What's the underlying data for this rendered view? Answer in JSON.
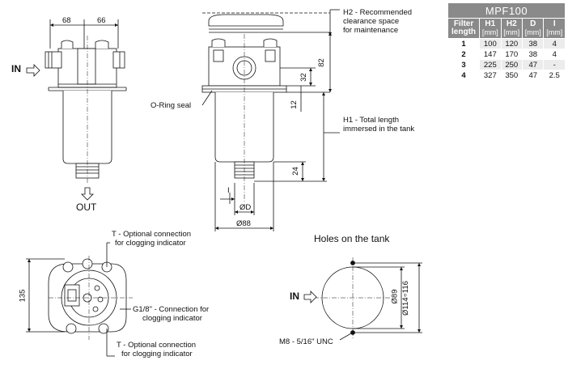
{
  "table": {
    "title": "MPF100",
    "headers": [
      {
        "label": "Filter",
        "sub": "length"
      },
      {
        "label": "H1",
        "sub": "[mm]"
      },
      {
        "label": "H2",
        "sub": "[mm]"
      },
      {
        "label": "D",
        "sub": "[mm]"
      },
      {
        "label": "I",
        "sub": "[mm]"
      }
    ],
    "rows": [
      {
        "length": "1",
        "h1": "100",
        "h2": "120",
        "d": "38",
        "i": "4"
      },
      {
        "length": "2",
        "h1": "147",
        "h2": "170",
        "d": "38",
        "i": "4"
      },
      {
        "length": "3",
        "h1": "225",
        "h2": "250",
        "d": "47",
        "i": "-"
      },
      {
        "length": "4",
        "h1": "327",
        "h2": "350",
        "d": "47",
        "i": "2.5"
      }
    ]
  },
  "labels": {
    "h2_line1": "H2 - Recommended",
    "h2_line2": "clearance space",
    "h2_line3": "for maintenance",
    "h1_line1": "H1 - Total length",
    "h1_line2": "immersed in the tank",
    "oring": "O-Ring seal",
    "in_left": "IN",
    "out": "OUT",
    "t_top_line1": "T - Optional connection",
    "t_top_line2": "for clogging indicator",
    "g18_line1": "G1/8\" - Connection for",
    "g18_line2": "clogging indicator",
    "t_bottom_line1": "T - Optional connection",
    "t_bottom_line2": "for clogging indicator",
    "holes_title": "Holes on the tank",
    "in_right": "IN",
    "m8": "M8 - 5/16\" UNC"
  },
  "dimensions": {
    "d68": "68",
    "d66": "66",
    "d82": "82",
    "d32": "32",
    "d12": "12",
    "d24": "24",
    "dD": "ØD",
    "dI": "I",
    "d88": "Ø88",
    "d135": "135",
    "d89": "Ø89",
    "d114": "Ø114÷116"
  }
}
